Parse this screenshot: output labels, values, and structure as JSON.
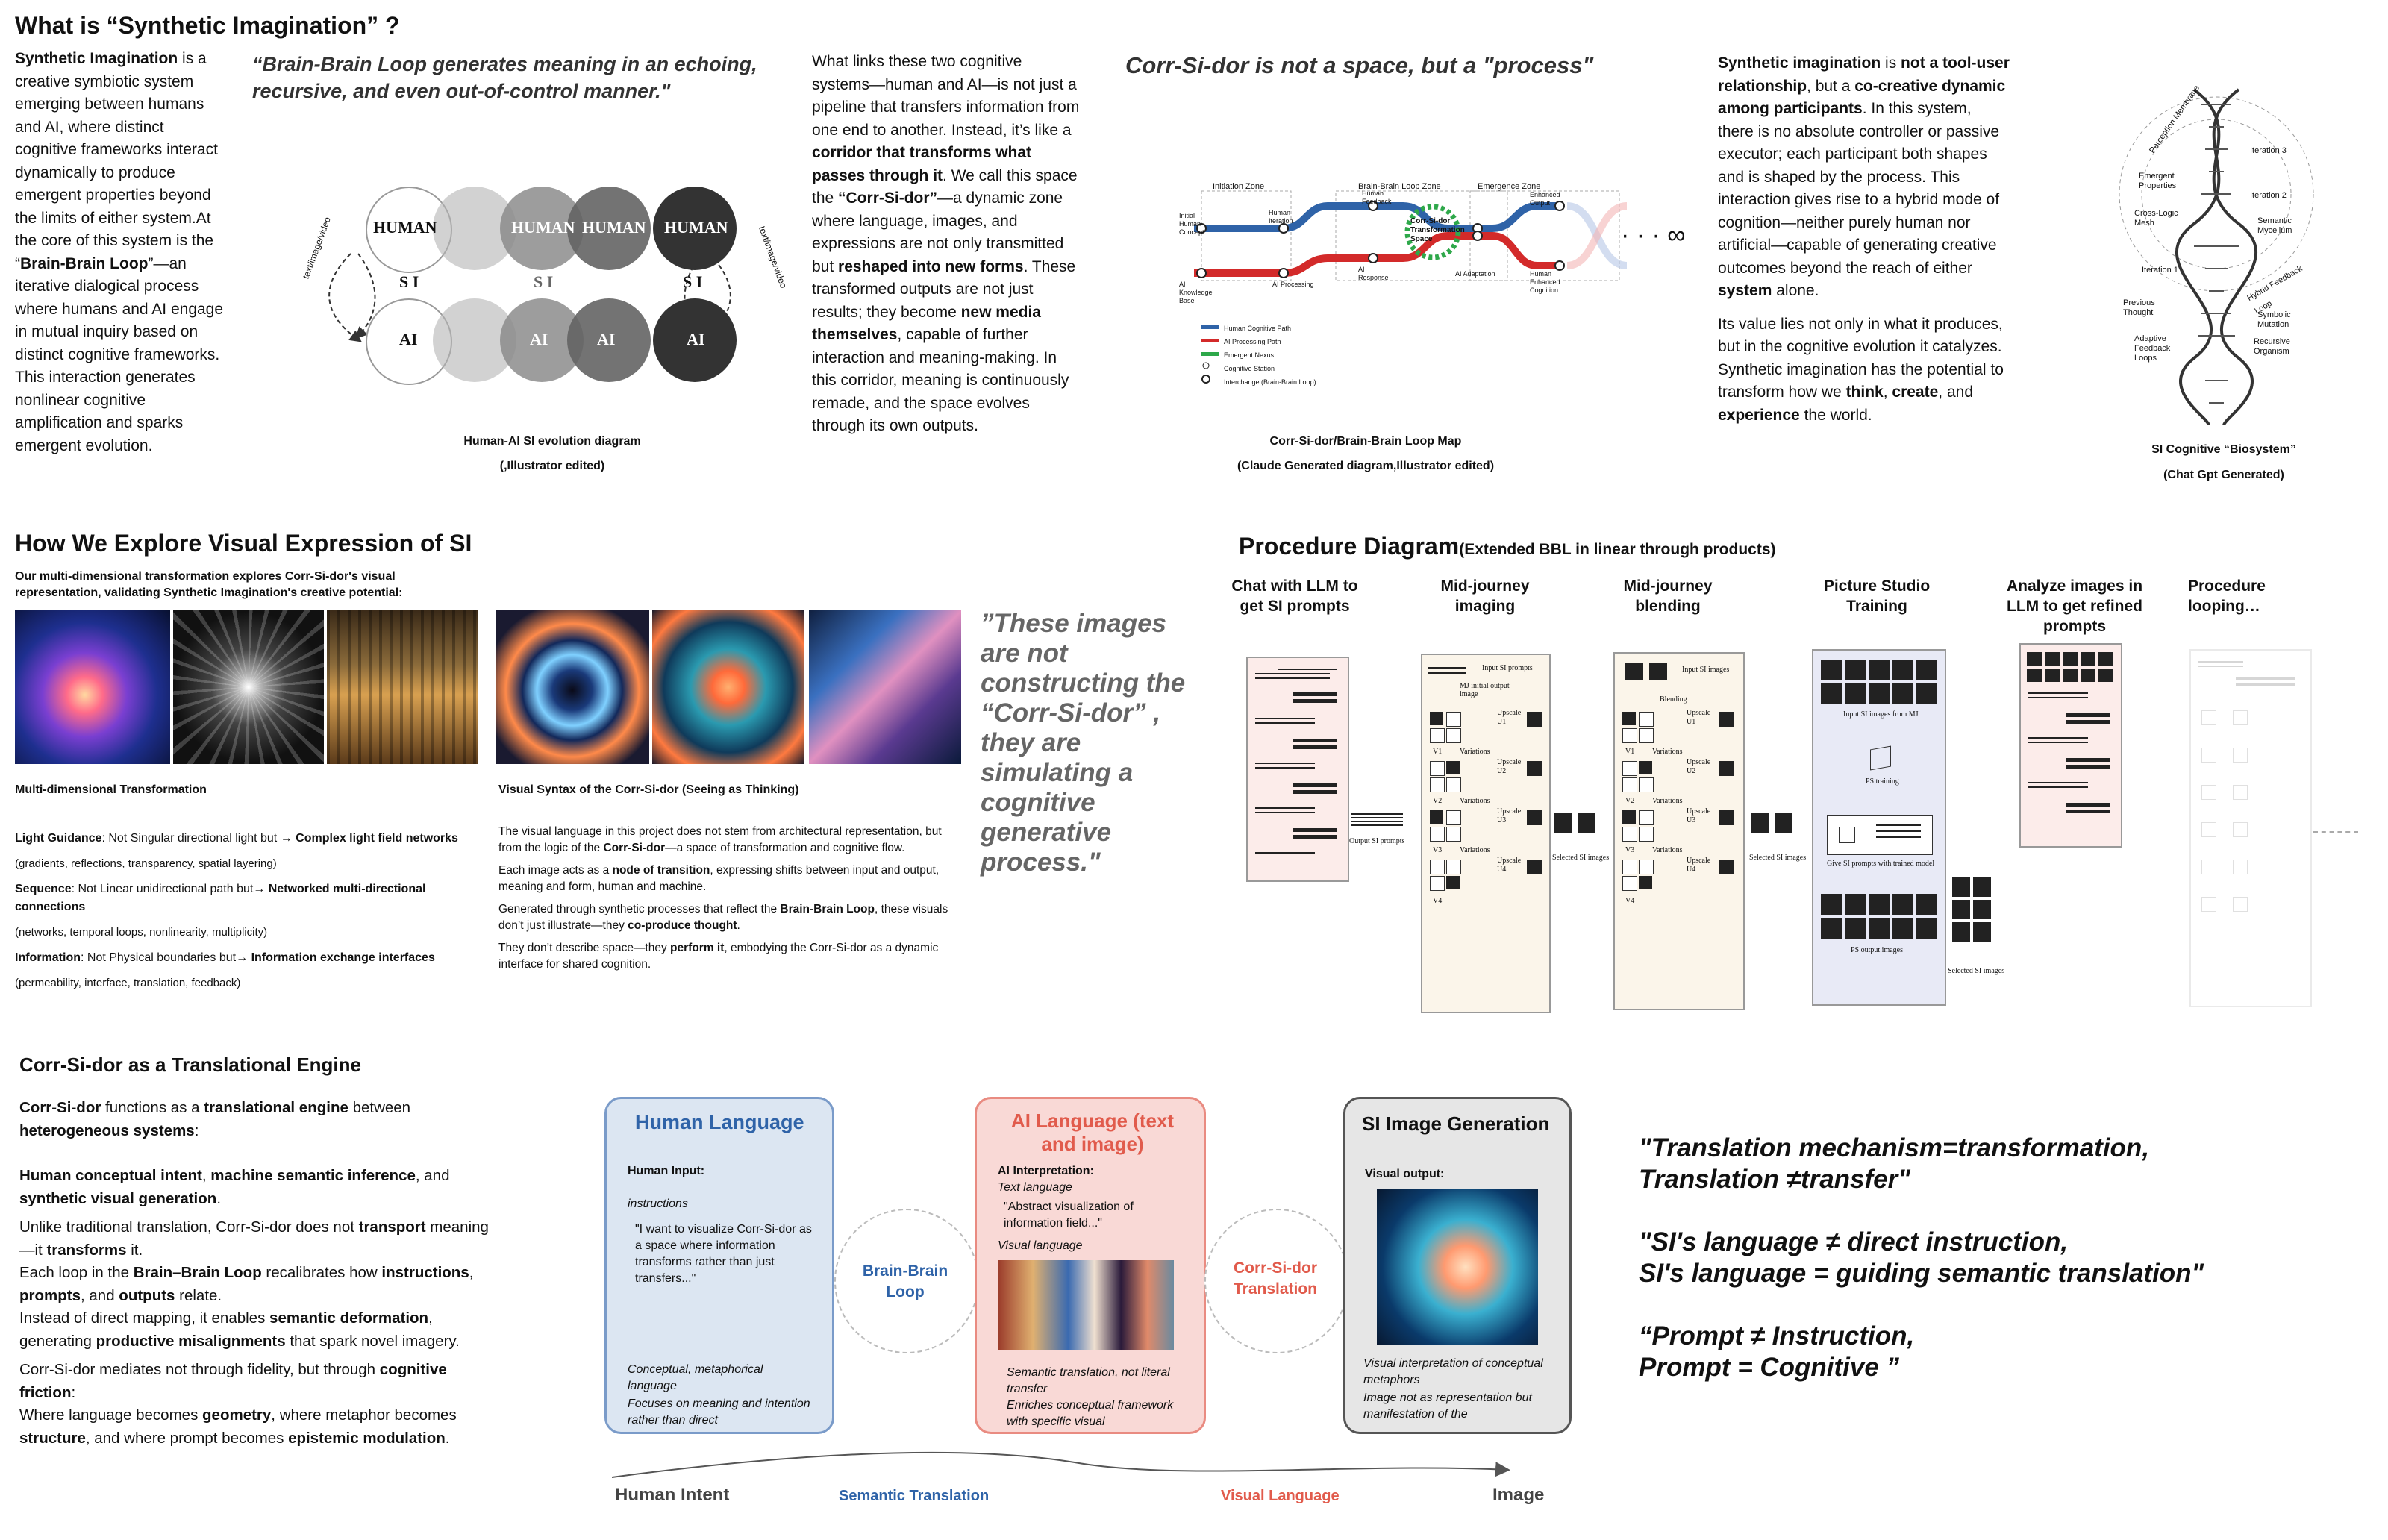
{
  "section1": {
    "title": "What is “Synthetic Imagination” ?",
    "intro": {
      "lead": "Synthetic Imagination",
      "text1": " is a creative symbiotic system emerging between humans and AI, where distinct cognitive frameworks interact dynamically to produce emergent properties beyond the limits of either system.At the core of this system is the “",
      "bbl": "Brain-Brain Loop",
      "text2": "”—an iterative dialogical process where humans and AI engage in mutual inquiry based on distinct cognitive frameworks. This interaction generates nonlinear cognitive amplification and sparks emergent evolution."
    },
    "quote": "“Brain-Brain Loop generates meaning in an echoing, recursive, and even out-of-control manner.\"",
    "evolution_diagram": {
      "human_label": "HUMAN",
      "ai_label": "AI",
      "si_label": "S I",
      "arrow_left": "text/image/video",
      "arrow_right": "text/image/video",
      "caption1": "Human-AI SI evolution diagram",
      "caption2": "(,Illustrator edited)"
    },
    "corridor_text": {
      "p1a": "What links these two cognitive systems—human and AI—is not just a pipeline that transfers information from one end to another. Instead, it’s like a ",
      "p1b": "corridor that transforms what passes through it",
      "p1c": ". We call this space the ",
      "p1d": "“Corr-Si-dor”",
      "p1e": "—a dynamic zone where language, images, and expressions are not only transmitted but ",
      "p1f": "reshaped into new forms",
      "p1g": ". These transformed outputs are not just results; they become ",
      "p1h": "new media themselves",
      "p1i": ", capable of further interaction and meaning-making. In this corridor, meaning is continuously remade, and the space evolves through its own outputs."
    },
    "process_title": "Corr-Si-dor is not a space, but a \"process\"",
    "map": {
      "zones": [
        "Initiation Zone",
        "Brain-Brain Loop Zone",
        "Emergence Zone"
      ],
      "nodes": [
        "Initial Human Concept",
        "AI Knowledge Base",
        "Human Iteration",
        "AI Processing",
        "Human Feedback",
        "AI Response",
        "Corr-Si-dor Transformation Space",
        "AI Adaptation",
        "Enhanced Output",
        "Human Enhanced Cognition"
      ],
      "legend": [
        "Human Cognitive Path",
        "AI Processing Path",
        "Emergent Nexus",
        "Cognitive Station",
        "Interchange (Brain-Brain Loop)"
      ],
      "infinity": "· · · ∞",
      "caption1": "Corr-Si-dor/Brain-Brain Loop Map",
      "caption2": "(Claude Generated diagram,Illustrator edited)"
    },
    "si_text": {
      "a": "Synthetic imagination",
      "b": " is ",
      "c": "not a tool-user relationship",
      "d": ", but a ",
      "e": "co-creative dynamic among participants",
      "f": ". In this system, there is no absolute controller or passive executor; each participant both shapes and is shaped by the process. This interaction gives rise to a hybrid mode of cognition—neither purely human nor artificial—capable of generating creative outcomes beyond the reach of either ",
      "g": "system",
      "h": " alone.",
      "p2a": "Its value lies not only in what it produces, but in the cognitive evolution it catalyzes. Synthetic imagination has the potential to transform how we ",
      "think": "think",
      "create": "create",
      "and": ", and ",
      "experience": "experience",
      "p2b": " the world."
    },
    "biosystem": {
      "labels": [
        "Perception Membrane",
        "Iteration 3",
        "Emergent Properties",
        "Iteration 2",
        "Cross-Logic Mesh",
        "Semantic Mycelium",
        "Iteration 1",
        "Hybrid Feedback Loop",
        "Previous Thought",
        "Symbolic Mutation",
        "Adaptive Feedback Loops",
        "Recursive Organism"
      ],
      "caption1": "SI Cognitive “Biosystem”",
      "caption2": "(Chat Gpt Generated)"
    }
  },
  "section2": {
    "title": "How We Explore Visual Expression of SI",
    "subtitle": "Our multi-dimensional transformation explores Corr-Si-dor's visual representation, validating Synthetic Imagination's creative potential:",
    "left_heading": "Multi-dimensional Transformation",
    "right_heading": "Visual Syntax of the Corr-Si-dor (Seeing as Thinking)",
    "left_items": [
      {
        "a": "Light Guidance",
        "b": ": Not Singular directional light but → ",
        "c": "Complex light field networks",
        "sub": "(gradients, reflections, transparency, spatial layering)"
      },
      {
        "a": "Sequence",
        "b": ": Not Linear unidirectional path but→ ",
        "c": "Networked multi-directional connections",
        "sub": "(networks, temporal loops, nonlinearity, multiplicity)"
      },
      {
        "a": "Information",
        "b": ": Not Physical boundaries but→ ",
        "c": "Information exchange interfaces",
        "sub": "(permeability, interface, translation, feedback)"
      }
    ],
    "right_paras": {
      "p1a": "The visual language in this project does not stem from architectural representation, but from the logic of the ",
      "p1b": "Corr-Si-dor",
      "p1c": "—a space of transformation and cognitive flow.",
      "p2a": "Each image acts as a ",
      "p2b": "node of transition",
      "p2c": ", expressing shifts between input and output, meaning and form, human and machine.",
      "p3a": "Generated through synthetic processes that reflect the ",
      "p3b": "Brain-Brain Loop",
      "p3c": ", these visuals don’t just illustrate—they ",
      "p3d": "co-produce thought",
      "p3e": ".",
      "p4a": "They don’t describe space—they ",
      "p4b": "perform it",
      "p4c": ", embodying the Corr-Si-dor as a dynamic interface for shared cognition."
    },
    "quote": "”These images are not constructing the “Corr-Si-dor” , they are simulating a cognitive generative process.\""
  },
  "procedure": {
    "title": "Procedure Diagram",
    "title_sub": "(Extended BBL in linear through products)",
    "steps": [
      "Chat with LLM to get SI prompts",
      "Mid-journey imaging",
      "Mid-journey blending",
      "Picture Studio Training",
      "Analyze images in LLM to get refined prompts",
      "Procedure looping…"
    ],
    "labels": {
      "output_si": "Output SI prompts",
      "input_si": "Input SI prompts",
      "mj_initial": "MJ initial output image",
      "upscale": "Upscale",
      "variations": "Variations",
      "u1": "U1",
      "u2": "U2",
      "u3": "U3",
      "u4": "U4",
      "v1": "V1",
      "v2": "V2",
      "v3": "V3",
      "v4": "V4",
      "selected": "Selected SI images",
      "input_si_images": "Input SI images",
      "blending": "Blending",
      "input_from_mj": "Input SI images from MJ",
      "ps_training": "PS training",
      "give_si": "Give SI prompts with trained model",
      "ps_output": "PS output images"
    }
  },
  "section3": {
    "title": "Corr-Si-dor as a Translational Engine",
    "p1a": "Corr-Si-dor",
    "p1b": " functions as a ",
    "p1c": "translational engine",
    "p1d": " between ",
    "p1e": "heterogeneous systems",
    "p1f": ":",
    "p2a": "Human conceptual intent",
    "p2b": ", ",
    "p2c": "machine semantic inference",
    "p2d": ", and ",
    "p2e": "synthetic visual generation",
    "p2f": ".",
    "p3a": "Unlike traditional translation, Corr-Si-dor does not ",
    "p3b": "transport",
    "p3c": " meaning—it ",
    "p3d": "transforms",
    "p3e": " it.",
    "p4a": "Each loop in the ",
    "p4b": "Brain–Brain Loop",
    "p4c": " recalibrates how ",
    "p4d": "instructions",
    "p4e": ", ",
    "p4f": "prompts",
    "p4g": ", and ",
    "p4h": "outputs",
    "p4i": " relate.",
    "p5a": "Instead of direct mapping, it enables ",
    "p5b": "semantic deformation",
    "p5c": ", generating ",
    "p5d": "productive misalignments",
    "p5e": " that spark novel imagery.",
    "p6a": "Corr-Si-dor mediates not through fidelity, but through ",
    "p6b": "cognitive friction",
    "p6c": ":",
    "p7a": "Where language becomes ",
    "p7b": "geometry",
    "p7c": ", where metaphor becomes ",
    "p7d": "structure",
    "p7e": ", and where prompt becomes ",
    "p7f": "epistemic modulation",
    "p7g": "."
  },
  "translation": {
    "human": {
      "title": "Human Language",
      "input_label": "Human Input:",
      "instructions": "instructions",
      "quote": "\"I want to visualize Corr-Si-dor as a space where information transforms rather than just transfers...\"",
      "note1": "Conceptual, metaphorical language",
      "note2": "Focuses on meaning and intention rather than direct"
    },
    "bbl": "Brain-Brain Loop",
    "ai": {
      "title": "AI Language (text and image)",
      "interp": "AI Interpretation:",
      "text_lang": "Text language",
      "quote": "\"Abstract visualization of information field...\"",
      "visual_lang": "Visual language",
      "note1": "Semantic translation, not literal transfer",
      "note2": "Enriches conceptual framework with specific visual"
    },
    "corridor": "Corr-Si-dor Translation",
    "si": {
      "title": "SI Image Generation",
      "visual_output": "Visual output:",
      "note1": "Visual interpretation of conceptual metaphors",
      "note2": "Image not as representation but manifestation of the"
    },
    "bottom": {
      "human_intent": "Human Intent",
      "semantic": "Semantic Translation",
      "visual": "Visual Language",
      "image": "Image"
    },
    "colors": {
      "human": "#2f63a8",
      "ai": "#e15b4c",
      "si": "#222222"
    }
  },
  "quotes_right": {
    "q1a": " \"Translation mechanism=transformation,",
    "q1b": "Translation ≠transfer\"",
    "q2a": "\"SI's language ≠ direct instruction,",
    "q2b": "SI's language = guiding semantic translation\"",
    "q3a": " “Prompt ≠ Instruction,",
    "q3b": "Prompt = Cognitive ”"
  }
}
